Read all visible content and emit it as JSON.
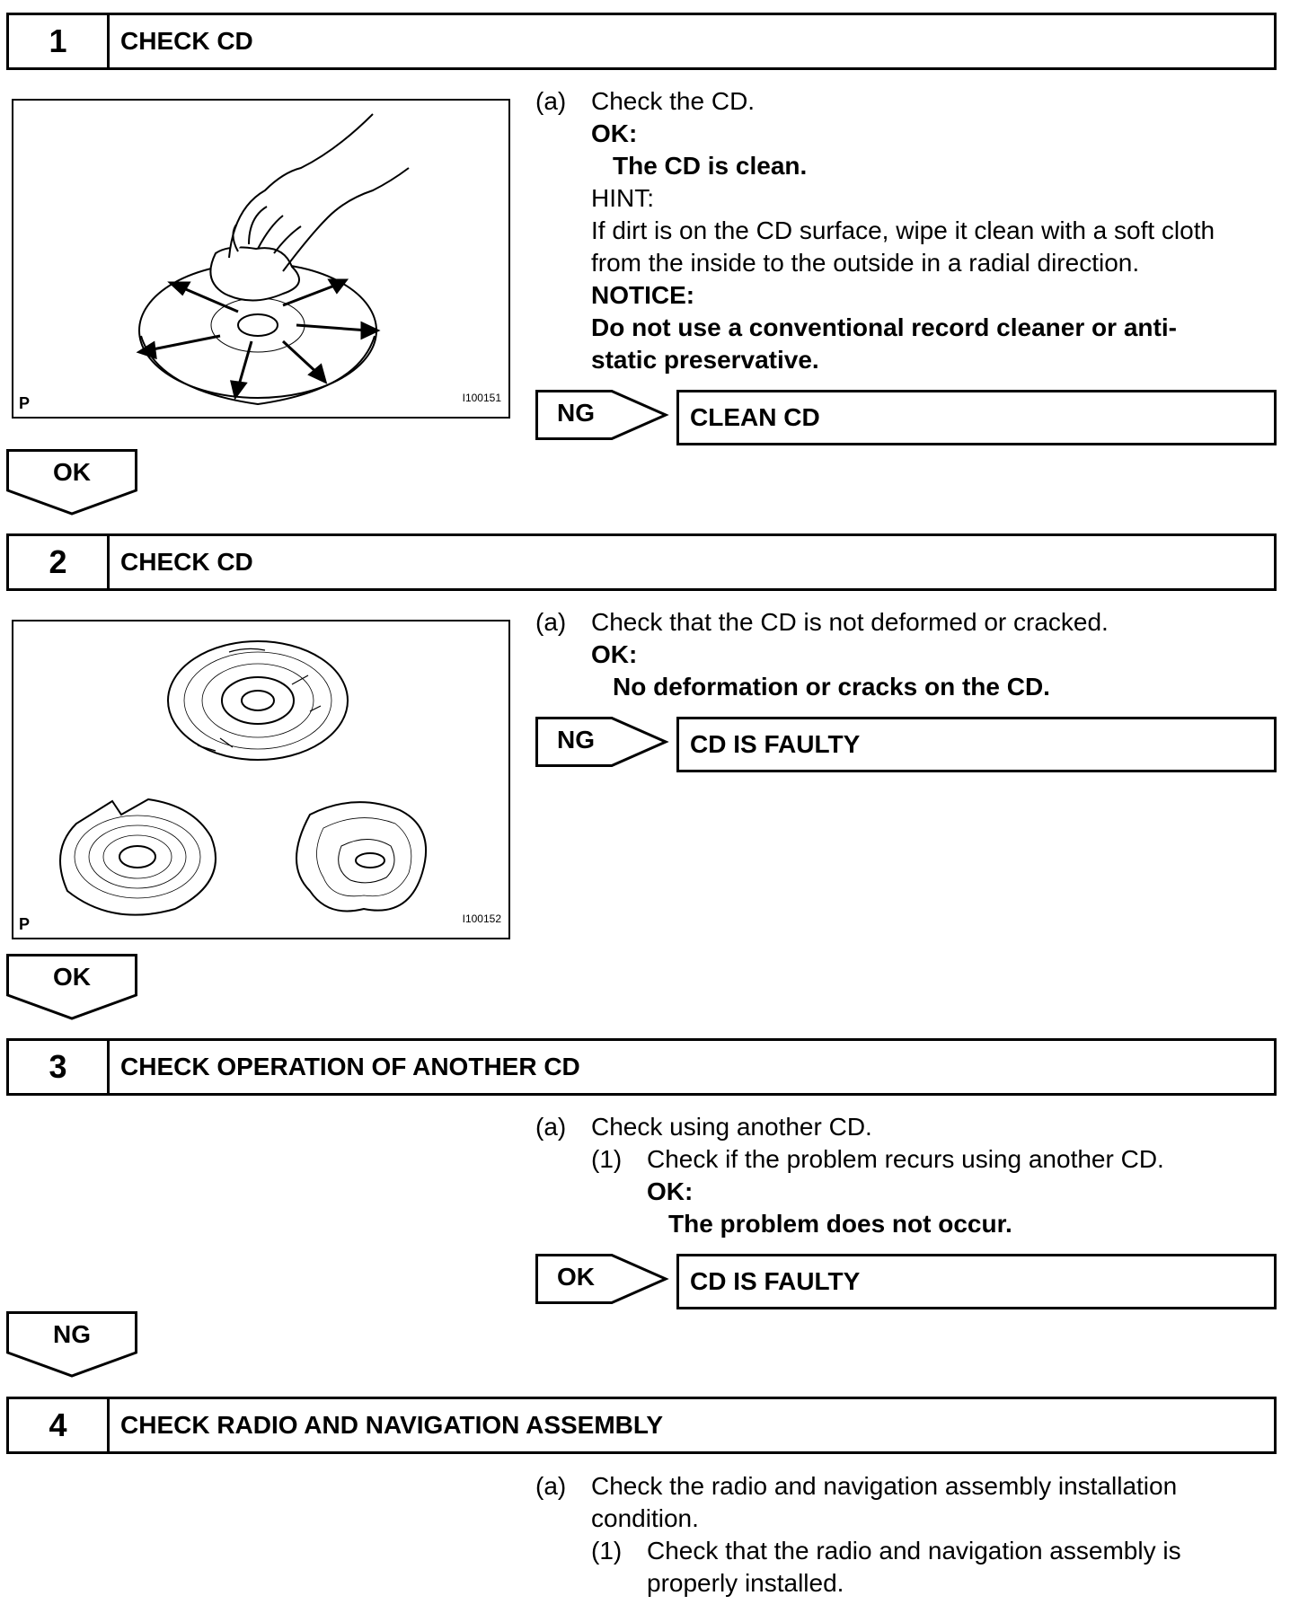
{
  "steps": [
    {
      "number": "1",
      "title": "CHECK CD",
      "figure": {
        "label": "P",
        "code": "I100151"
      },
      "lines": [
        "(a)",
        "Check the CD.",
        "OK:",
        "The CD is clean.",
        "HINT:",
        "If dirt is on the CD surface, wipe it clean with a soft cloth",
        "from the inside to the outside in a radial direction.",
        "NOTICE:",
        "Do not use a conventional record cleaner or anti-",
        "static preservative."
      ],
      "branch": {
        "label": "NG",
        "result": "CLEAN CD"
      },
      "flow": "OK"
    },
    {
      "number": "2",
      "title": "CHECK CD",
      "figure": {
        "label": "P",
        "code": "I100152"
      },
      "lines": [
        "(a)",
        "Check that the CD is not deformed or cracked.",
        "OK:",
        "No deformation or cracks on the CD."
      ],
      "branch": {
        "label": "NG",
        "result": "CD IS FAULTY"
      },
      "flow": "OK"
    },
    {
      "number": "3",
      "title": "CHECK OPERATION OF ANOTHER CD",
      "lines": [
        "(a)",
        "Check using another CD.",
        "(1)",
        "Check if the problem recurs using another CD.",
        "OK:",
        "The problem does not occur."
      ],
      "branch": {
        "label": "OK",
        "result": "CD IS FAULTY"
      },
      "flow": "NG"
    },
    {
      "number": "4",
      "title": "CHECK RADIO AND NAVIGATION ASSEMBLY",
      "lines": [
        "(a)",
        "Check the radio and navigation assembly installation",
        "condition.",
        "(1)",
        "Check that the radio and navigation assembly is",
        "properly installed."
      ]
    }
  ]
}
